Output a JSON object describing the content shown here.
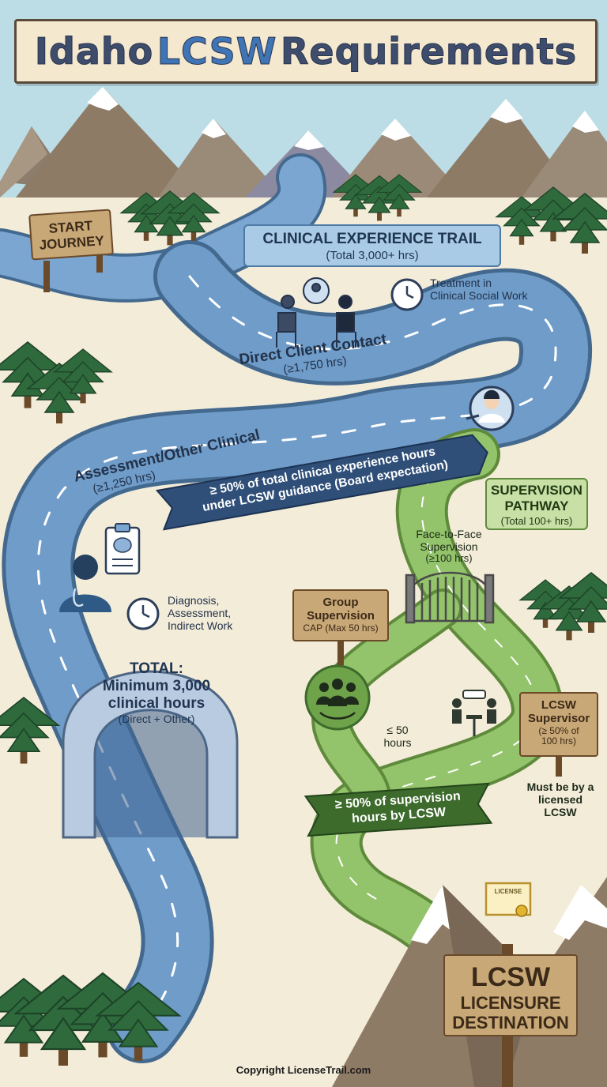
{
  "title": {
    "part1": "Idaho",
    "part2": "LCSW",
    "part3": "Requirements"
  },
  "start_sign": {
    "line1": "START",
    "line2": "JOURNEY"
  },
  "clinical_trail": {
    "title": "CLINICAL EXPERIENCE TRAIL",
    "subtitle": "(Total 3,000+ hrs)"
  },
  "treatment_note": {
    "line1": "Treatment in",
    "line2": "Clinical Social Work"
  },
  "direct_contact": {
    "label": "Direct Client Contact",
    "hours": "(≥1,750 hrs)"
  },
  "assessment": {
    "label": "Assessment/Other Clinical",
    "hours": "(≥1,250 hrs)"
  },
  "guidance_banner": {
    "line1": "≥ 50% of total clinical experience hours",
    "line2": "under LCSW guidance (Board expectation)"
  },
  "supervision_pathway": {
    "title1": "SUPERVISION",
    "title2": "PATHWAY",
    "subtitle": "(Total 100+ hrs)"
  },
  "face_to_face": {
    "line1": "Face-to-Face",
    "line2": "Supervision",
    "line3": "(≥100 hrs)"
  },
  "group_sign": {
    "line1": "Group",
    "line2": "Supervision",
    "line3": "CAP (Max 50 hrs)"
  },
  "diagnosis_note": {
    "line1": "Diagnosis,",
    "line2": "Assessment,",
    "line3": "Indirect Work"
  },
  "total_tunnel": {
    "line1": "TOTAL:",
    "line2": "Minimum 3,000",
    "line3": "clinical hours",
    "line4": "(Direct + Other)"
  },
  "group_hours": {
    "line1": "≤ 50",
    "line2": "hours"
  },
  "lcsw_supervisor_sign": {
    "line1": "LCSW",
    "line2": "Supervisor",
    "line3": "(≥ 50% of",
    "line4": "100 hrs)"
  },
  "licensed_note": {
    "line1": "Must be by a",
    "line2": "licensed",
    "line3": "LCSW"
  },
  "supervision_banner": {
    "line1": "≥ 50% of supervision",
    "line2": "hours by LCSW"
  },
  "license_paper": "LICENSE",
  "destination_sign": {
    "line1": "LCSW",
    "line2": "LICENSURE",
    "line3": "DESTINATION"
  },
  "copyright": "Copyright LicenseTrail.com",
  "colors": {
    "sky": "#bcdde6",
    "ground": "#f3ecd9",
    "clinical_road": "#6f9cc9",
    "supervision_road": "#93c46b",
    "title_accent": "#3f74b5",
    "banner_navy": "#2f4f78",
    "banner_green": "#3d6b2c",
    "wood": "#c9a877"
  },
  "icons": [
    "mountain-icon",
    "pine-tree-icon",
    "clock-icon",
    "therapy-session-icon",
    "supervisor-avatar-icon",
    "clipboard-brain-icon",
    "doctor-icon",
    "gate-icon",
    "group-icon",
    "meeting-icon",
    "license-certificate-icon"
  ]
}
